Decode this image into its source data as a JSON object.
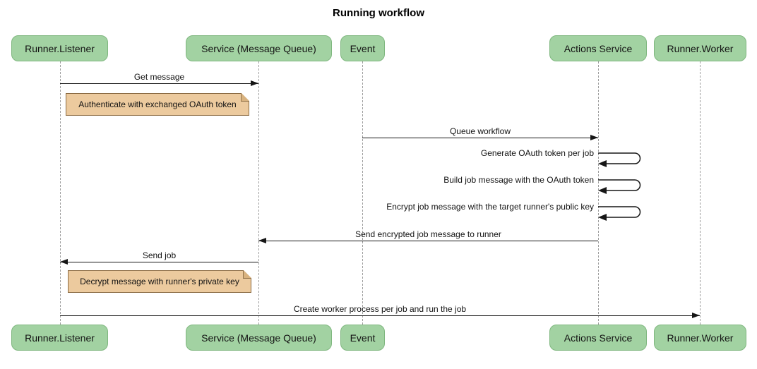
{
  "title": "Running workflow",
  "diagram_type": "sequence",
  "actors": [
    {
      "name": "Runner.Listener"
    },
    {
      "name": "Service (Message Queue)"
    },
    {
      "name": "Event"
    },
    {
      "name": "Actions Service"
    },
    {
      "name": "Runner.Worker"
    }
  ],
  "messages": [
    {
      "label": "Get message",
      "from": "Runner.Listener",
      "to": "Service (Message Queue)",
      "direction": "right"
    },
    {
      "label": "Queue workflow",
      "from": "Event",
      "to": "Actions Service",
      "direction": "right"
    },
    {
      "label": "Generate OAuth token per job",
      "from": "Actions Service",
      "to": "Actions Service",
      "direction": "self"
    },
    {
      "label": "Build job message with the OAuth token",
      "from": "Actions Service",
      "to": "Actions Service",
      "direction": "self"
    },
    {
      "label": "Encrypt job message with the target runner's public key",
      "from": "Actions Service",
      "to": "Actions Service",
      "direction": "self"
    },
    {
      "label": "Send encrypted job message to runner",
      "from": "Actions Service",
      "to": "Service (Message Queue)",
      "direction": "left"
    },
    {
      "label": "Send job",
      "from": "Service (Message Queue)",
      "to": "Runner.Listener",
      "direction": "left"
    },
    {
      "label": "Create worker process per job and run the job",
      "from": "Runner.Listener",
      "to": "Runner.Worker",
      "direction": "right"
    }
  ],
  "notes": [
    {
      "text": "Authenticate with exchanged OAuth token",
      "anchor": "Runner.Listener"
    },
    {
      "text": "Decrypt message with runner's private key",
      "anchor": "Runner.Listener"
    }
  ],
  "colors": {
    "actor_fill": "#a2d2a2",
    "actor_border": "#7fb77f",
    "note_fill": "#ecca9e",
    "note_border": "#8b6b43",
    "lifeline": "#9d9d9d",
    "arrow": "#161616",
    "background": "#ffffff"
  }
}
